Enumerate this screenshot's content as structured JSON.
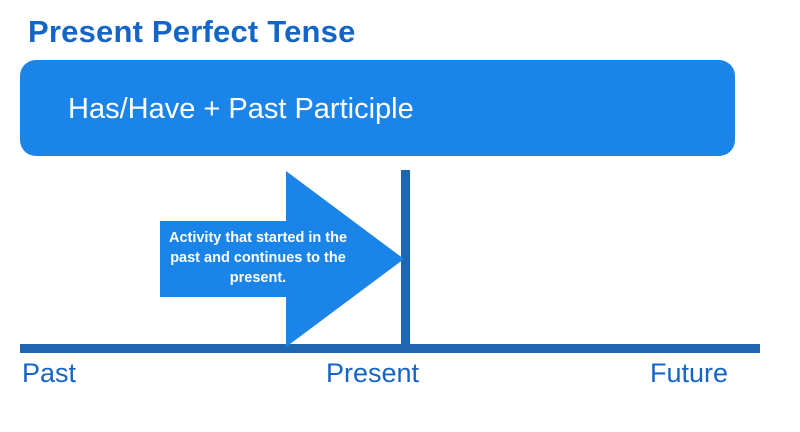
{
  "slide": {
    "title": "Present Perfect Tense",
    "formula": "Has/Have + Past Participle",
    "arrow_label": "Activity that started in the past and continues to the present.",
    "timeline": {
      "past_label": "Past",
      "present_label": "Present",
      "future_label": "Future"
    },
    "colors": {
      "title_blue": "#1565c7",
      "box_blue": "#1a84e8",
      "line_blue": "#1f66b0",
      "text_white": "#ffffff",
      "background": "#ffffff"
    }
  }
}
